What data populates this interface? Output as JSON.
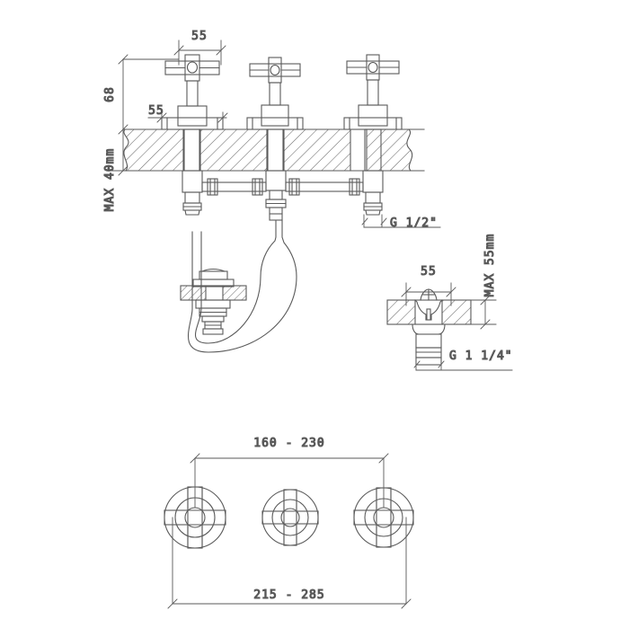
{
  "drawing": {
    "title": "Three-hole deck mounted basin mixer - technical dimension drawing",
    "line_color": "#5a5a5a",
    "hatch_color": "#6b6b6b",
    "text_color": "#4a4a4a",
    "background": "#ffffff",
    "units": "mm"
  },
  "elevation_view": {
    "name": "front-elevation-section",
    "dimensions": {
      "handle_width": "55",
      "escutcheon_width": "55",
      "handle_height": "68",
      "wall_thickness": "MAX 40mm",
      "inlet_thread": "G 1/2\""
    }
  },
  "waste_detail_view": {
    "name": "pop-up-waste-section-detail",
    "dimensions": {
      "flange_width": "55",
      "deck_thickness": "MAX 55mm",
      "outlet_thread": "G 1 1/4\""
    }
  },
  "plan_view": {
    "name": "plan-view-hole-centres",
    "dimensions": {
      "inner_spread": "160 - 230",
      "outer_spread": "215 - 285"
    },
    "handles": [
      {
        "label": "left-handle"
      },
      {
        "label": "centre-handle"
      },
      {
        "label": "right-handle"
      }
    ]
  }
}
